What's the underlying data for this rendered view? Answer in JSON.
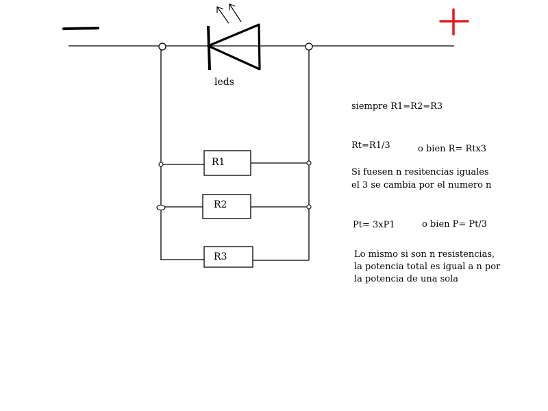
{
  "diagram": {
    "polarity": {
      "negative_symbol": "minus-sign",
      "positive_symbol": "plus-sign",
      "positive_color": "#e01b24"
    },
    "led_label": "leds",
    "resistors": [
      {
        "label": "R1"
      },
      {
        "label": "R2"
      },
      {
        "label": "R3"
      }
    ]
  },
  "notes": {
    "equal": "siempre R1=R2=R3",
    "rt_formula": "Rt=R1/3",
    "r_formula": "o bien R= Rtx3",
    "n_equal_line1": "Si fuesen n resitencias iguales",
    "n_equal_line2": "el 3 se cambia por el numero n",
    "pt_formula": "Pt= 3xP1",
    "p_formula": "o bien P= Pt/3",
    "power_note": "Lo mismo si son n resistencias, la potencia total es igual a n por la potencia de una sola"
  }
}
